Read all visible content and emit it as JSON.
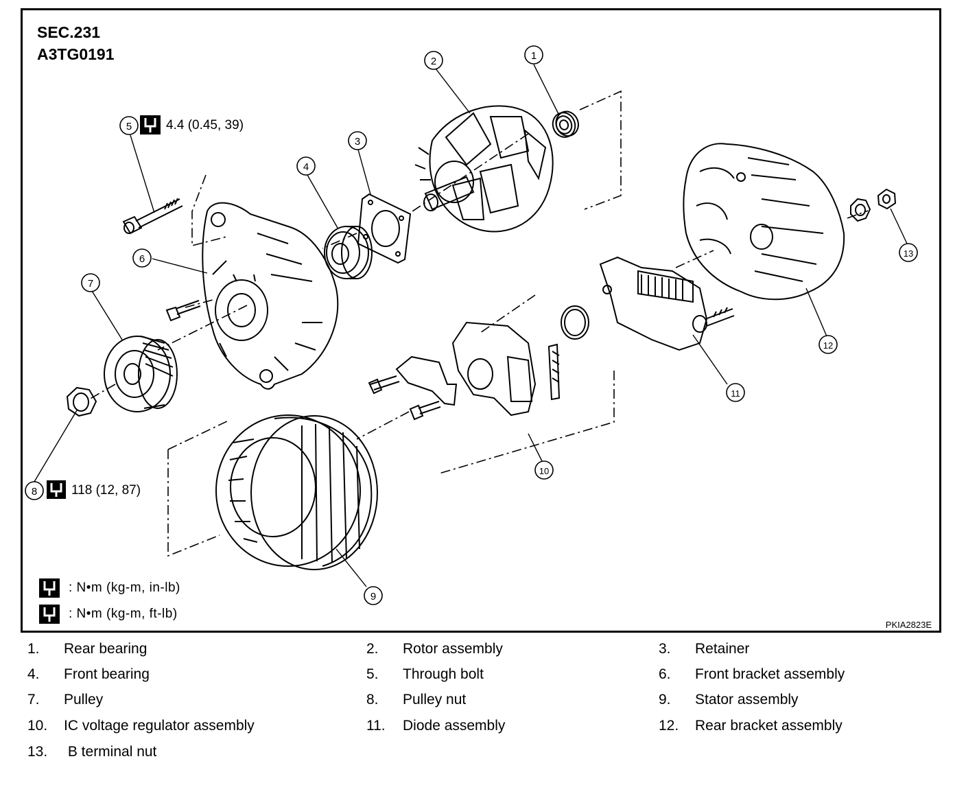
{
  "header": {
    "section": "SEC.231",
    "figure_code": "A3TG0191",
    "reference": "PKIA2823E"
  },
  "callouts": [
    "1",
    "2",
    "3",
    "4",
    "5",
    "6",
    "7",
    "8",
    "9",
    "10",
    "11",
    "12",
    "13"
  ],
  "torque": {
    "through_bolt": "4.4 (0.45, 39)",
    "pulley_nut": "118 (12, 87)"
  },
  "legend": {
    "inlb": ": N•m  (kg-m,  in-lb)",
    "ftlb": ": N•m  (kg-m,  ft-lb)"
  },
  "parts": [
    {
      "num": "1.",
      "name": "Rear bearing"
    },
    {
      "num": "2.",
      "name": "Rotor assembly"
    },
    {
      "num": "3.",
      "name": "Retainer"
    },
    {
      "num": "4.",
      "name": "Front bearing"
    },
    {
      "num": "5.",
      "name": "Through bolt"
    },
    {
      "num": "6.",
      "name": "Front bracket assembly"
    },
    {
      "num": "7.",
      "name": "Pulley"
    },
    {
      "num": "8.",
      "name": "Pulley nut"
    },
    {
      "num": "9.",
      "name": "Stator assembly"
    },
    {
      "num": "10.",
      "name": "IC voltage regulator assembly"
    },
    {
      "num": "11.",
      "name": "Diode assembly"
    },
    {
      "num": "12.",
      "name": "Rear bracket assembly"
    },
    {
      "num": "13.",
      "name": " B terminal nut"
    }
  ]
}
